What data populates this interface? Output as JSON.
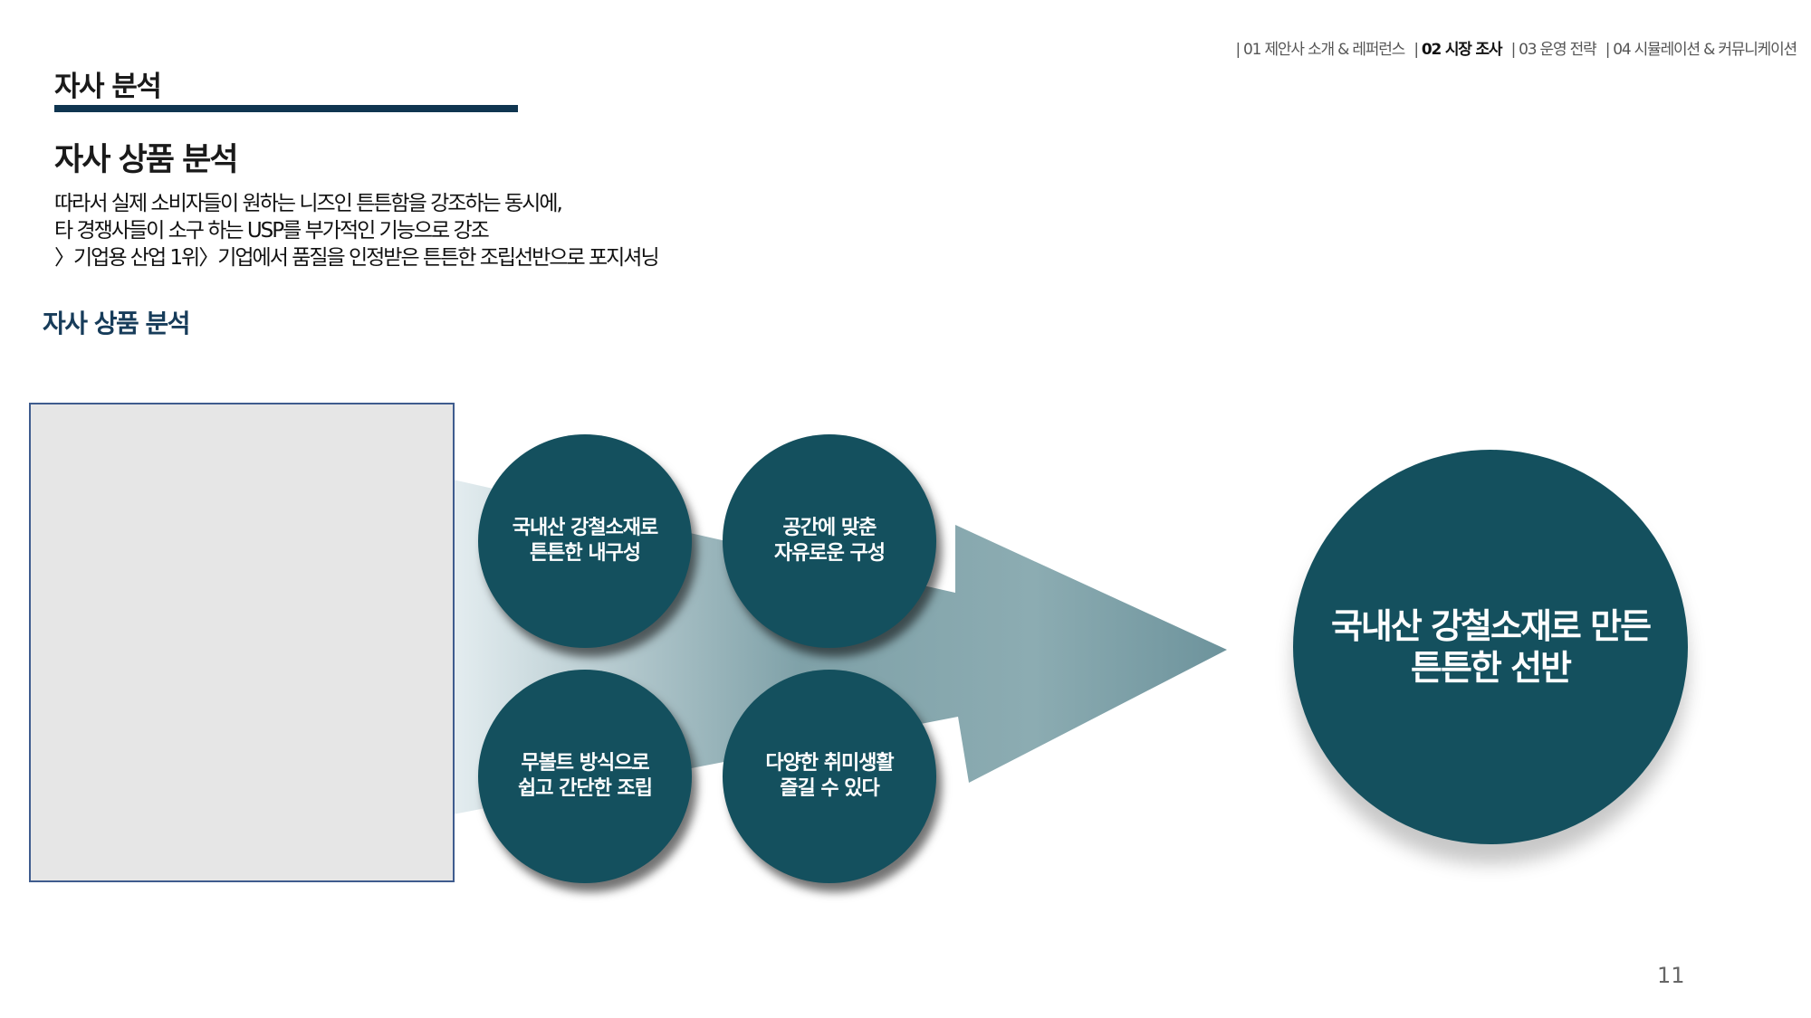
{
  "nav": {
    "item1": "01 제안사 소개 & 레퍼런스",
    "item2": "02 시장 조사",
    "item3": "03 운영 전략",
    "item4": "04 시뮬레이션 & 커뮤니케이션",
    "separator": "|"
  },
  "header": {
    "section_title": "자사 분석",
    "title": "자사 상품 분석"
  },
  "description": {
    "line1": "따라서 실제 소비자들이 원하는 니즈인 튼튼함을 강조하는 동시에,",
    "line2": "타 경쟁사들이 소구 하는 USP를 부가적인 기능으로 강조",
    "line3": "〉기업용 산업 1위〉기업에서 품질을 인정받은 튼튼한 조립선반으로 포지셔닝"
  },
  "subtitle": "자사 상품 분석",
  "diagram": {
    "circles": [
      {
        "label": "국내산 강철소재로\n튼튼한 내구성"
      },
      {
        "label": "공간에 맞춘\n자유로운 구성"
      },
      {
        "label": "무볼트 방식으로\n쉽고 간단한 조립"
      },
      {
        "label": "다양한 취미생활\n즐길 수 있다"
      }
    ],
    "result": {
      "label": "국내산 강철소재로 만든\n튼튼한 선반"
    },
    "colors": {
      "circle": "#14505e",
      "arrow_start": "#dfe9ec",
      "arrow_end": "#6d939c"
    }
  },
  "page_number": "11"
}
